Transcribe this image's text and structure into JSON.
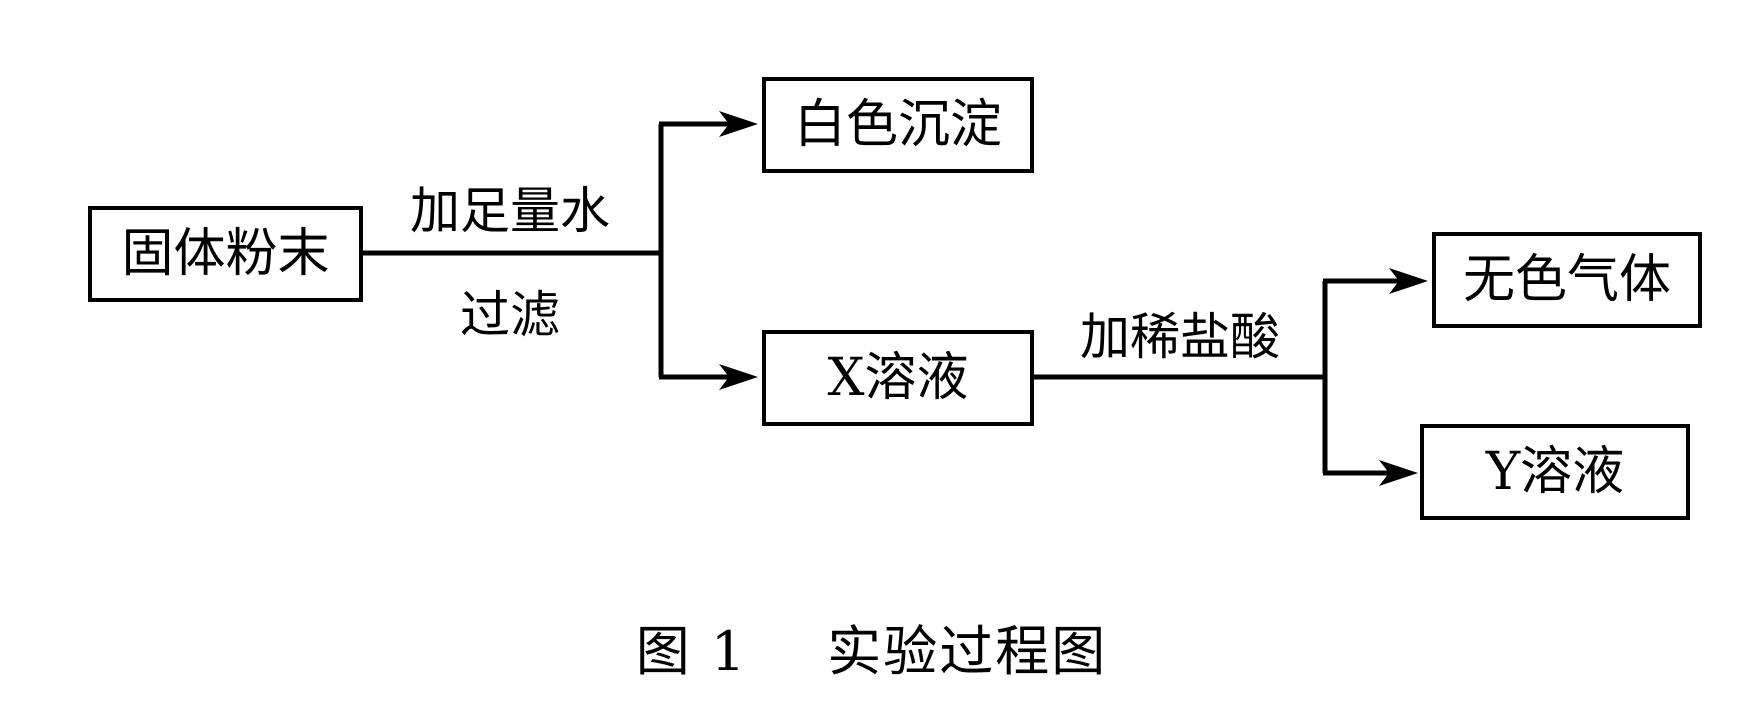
{
  "nodes": {
    "solid": "固体粉末",
    "white_ppt": "白色沉淀",
    "x_solution": "X溶液",
    "gas": "无色气体",
    "y_solution": "Y溶液"
  },
  "edges": {
    "step1_top": "加足量水",
    "step1_bottom": "过滤",
    "step2_top": "加稀盐酸"
  },
  "caption": {
    "figure_no": "图 1",
    "title": "实验过程图"
  }
}
